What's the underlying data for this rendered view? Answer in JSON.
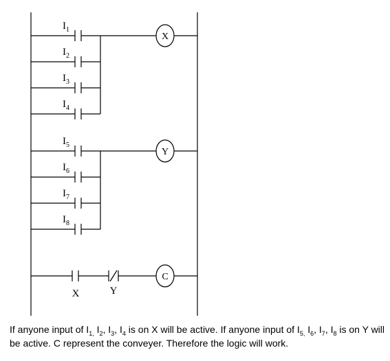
{
  "diagram": {
    "rungs": [
      {
        "id": "rung-x",
        "branches": [
          {
            "label": "I",
            "sub": "1"
          },
          {
            "label": "I",
            "sub": "2"
          },
          {
            "label": "I",
            "sub": "3"
          },
          {
            "label": "I",
            "sub": "4"
          }
        ],
        "coil": "X"
      },
      {
        "id": "rung-y",
        "branches": [
          {
            "label": "I",
            "sub": "5"
          },
          {
            "label": "I",
            "sub": "6"
          },
          {
            "label": "I",
            "sub": "7"
          },
          {
            "label": "I",
            "sub": "8"
          }
        ],
        "coil": "Y"
      }
    ],
    "rung_c": {
      "contact_no": "X",
      "contact_nc": "Y",
      "coil": "C"
    }
  },
  "caption": {
    "p1": "If anyone input of I",
    "s1": "1,",
    "p2": " I",
    "s2": "2",
    "p3": ", I",
    "s3": "3",
    "p4": ", I",
    "s4": "4",
    "p5": " is on X will be active. If anyone input of I",
    "s5": "5,",
    "p6": " I",
    "s6": "6",
    "p7": ", I",
    "s7": "7",
    "p8": ", I",
    "s8": "8",
    "p9": " is on Y will be active. C represent the conveyer. Therefore the logic will work."
  }
}
